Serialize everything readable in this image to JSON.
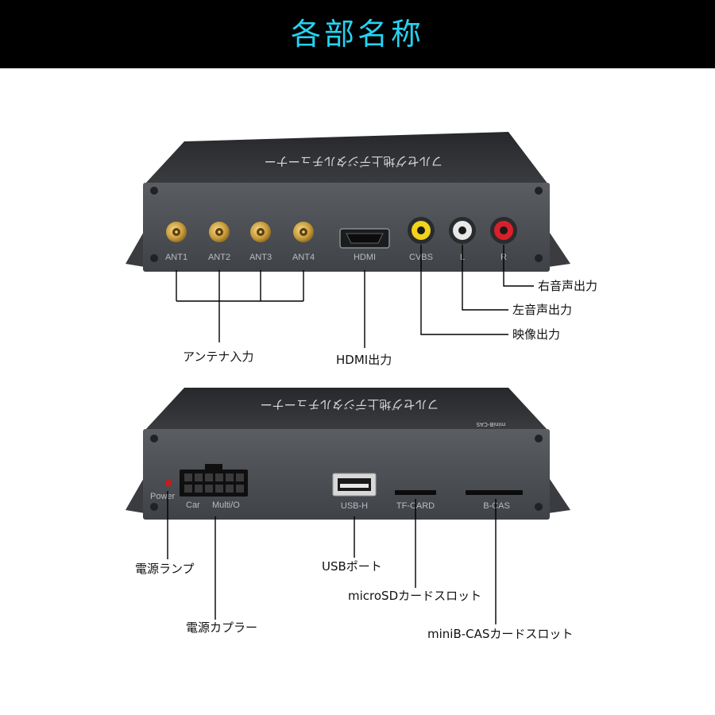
{
  "header": {
    "title": "各部名称"
  },
  "front_panel": {
    "top_print": "フルセグ地上デジタルチューナー",
    "ports": [
      "ANT1",
      "ANT2",
      "ANT3",
      "ANT4",
      "HDMI",
      "CVBS",
      "L",
      "R"
    ]
  },
  "rear_panel": {
    "top_print": "フルセグ地上デジタルチューナー",
    "side_print": "miniB-CAS",
    "ports": [
      "Power",
      "Car",
      "Multi/O",
      "USB-H",
      "TF-CARD",
      "B-CAS"
    ]
  },
  "callouts": {
    "antenna": "アンテナ入力",
    "hdmi": "HDMI出力",
    "video": "映像出力",
    "left_audio": "左音声出力",
    "right_audio": "右音声出力",
    "power_lamp": "電源ランプ",
    "power_coupler": "電源カプラー",
    "usb_port": "USBポート",
    "microsd_slot": "microSDカードスロット",
    "minibcas_slot": "miniB-CASカードスロット"
  },
  "colors": {
    "header_bg": "#000000",
    "title": "#25d3f2",
    "device_body": "#4b4e53",
    "device_top": "#2e3034",
    "cvbs_yellow": "#f2d21b",
    "left_white": "#e8e8e8",
    "right_red": "#d8202a",
    "power_led": "#d01818"
  }
}
